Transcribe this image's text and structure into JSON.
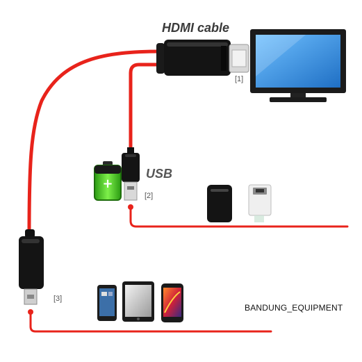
{
  "labels": {
    "hdmi_cable": "HDMI cable",
    "usb": "USB",
    "marker_1": "[1]",
    "marker_2": "[2]",
    "marker_3": "[3]",
    "watermark": "BANDUNG_EQUIPMENT"
  },
  "colors": {
    "cable": "#e8231b",
    "connector": "#141414",
    "screen": "#2f8fe0",
    "battery_green": "#3ec41c"
  },
  "icons": [
    "tv-monitor-icon",
    "battery-charging-icon",
    "power-bank-icon",
    "wall-charger-icon",
    "smartphone-icon",
    "tablet-icon"
  ]
}
